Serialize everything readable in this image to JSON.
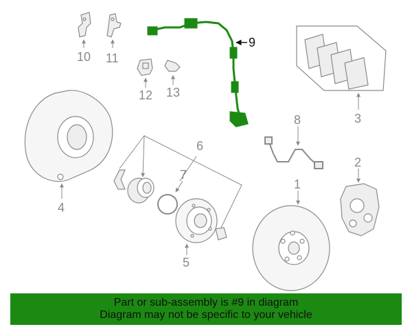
{
  "callouts": {
    "c1": "1",
    "c2": "2",
    "c3": "3",
    "c4": "4",
    "c5": "5",
    "c6": "6",
    "c7": "7",
    "c8": "8",
    "c9": "9",
    "c10": "10",
    "c11": "11",
    "c12": "12",
    "c13": "13"
  },
  "highlighted_part": "9",
  "banner": {
    "line1": "Part or sub-assembly is #9 in diagram",
    "line2": "Diagram may not be specific to your vehicle"
  },
  "colors": {
    "highlight_part": "#1c8a12",
    "banner_background": "#1c8a12",
    "line_art": "#8a8a8a",
    "callout_text": "#8a8a8a"
  }
}
